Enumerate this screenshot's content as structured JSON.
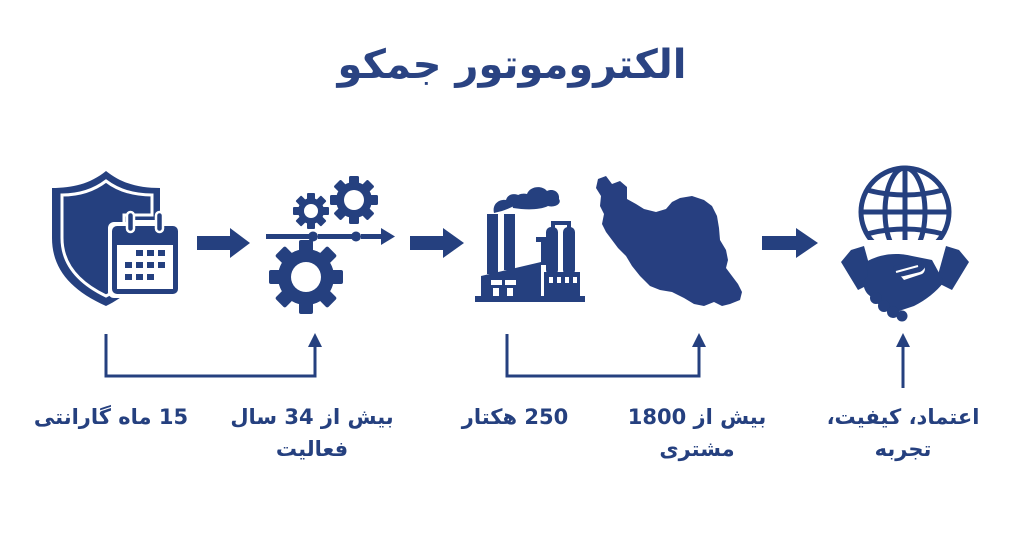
{
  "title": "الکتروموتور جمکو",
  "colors": {
    "primary": "#25407f",
    "background": "#ffffff"
  },
  "steps": [
    {
      "icon": "shield-calendar-icon",
      "label_lines": [
        "15 ماه گارانتی"
      ]
    },
    {
      "icon": "gears-process-icon",
      "label_lines": [
        "بیش از 34 سال",
        "فعالیت"
      ]
    },
    {
      "icon": "factory-icon",
      "label_lines": [
        "250 هکتار"
      ]
    },
    {
      "icon": "iran-map-icon",
      "label_lines": [
        "بیش از 1800",
        "مشتری"
      ]
    },
    {
      "icon": "globe-handshake-icon",
      "label_lines": [
        "اعتماد، کیفیت،",
        "تجربه"
      ]
    }
  ],
  "connectors": [
    {
      "type": "right-arrow",
      "between": [
        "shield-calendar-icon",
        "gears-process-icon"
      ]
    },
    {
      "type": "right-arrow",
      "between": [
        "gears-process-icon",
        "factory-icon"
      ]
    },
    {
      "type": "right-arrow",
      "between": [
        "iran-map-icon",
        "globe-handshake-icon"
      ]
    },
    {
      "type": "elbow-arrow",
      "from": "15 ماه گارانتی",
      "to": "بیش از 34 سال فعالیت"
    },
    {
      "type": "elbow-arrow",
      "from": "250 هکتار",
      "to": "بیش از 1800 مشتری"
    },
    {
      "type": "up-arrow",
      "to": "اعتماد، کیفیت، تجربه"
    }
  ]
}
